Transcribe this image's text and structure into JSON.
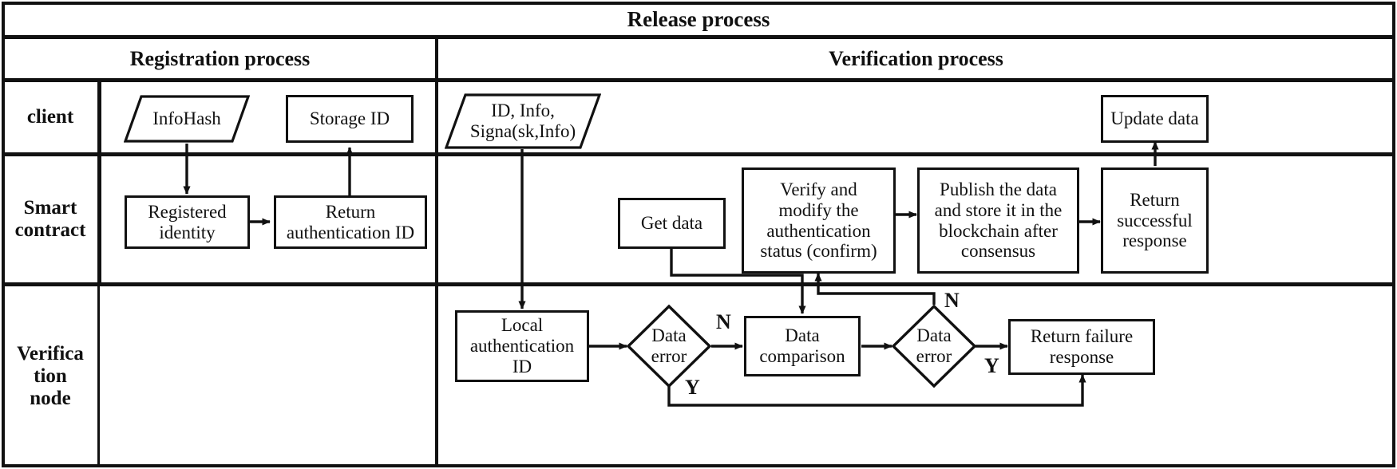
{
  "header": {
    "title": "Release process",
    "columns": [
      {
        "label": "Registration process"
      },
      {
        "label": "Verification process"
      }
    ]
  },
  "lanes": [
    {
      "label": "client"
    },
    {
      "label": "Smart\ncontract"
    },
    {
      "label": "Verifica\ntion\nnode"
    }
  ],
  "nodes": {
    "info_hash": {
      "label": "InfoHash",
      "shape": "parallelogram"
    },
    "storage_id": {
      "label": "Storage ID",
      "shape": "rect"
    },
    "registered": {
      "label": "Registered\nidentity",
      "shape": "rect"
    },
    "return_auth": {
      "label": "Return\nauthentication ID",
      "shape": "rect"
    },
    "id_info_signa": {
      "label": "ID, Info,\nSigna(sk,Info)",
      "shape": "parallelogram"
    },
    "get_data": {
      "label": "Get data",
      "shape": "rect"
    },
    "verify_modify": {
      "label": "Verify and\nmodify the\nauthentication\nstatus (confirm)",
      "shape": "rect"
    },
    "publish": {
      "label": "Publish the data\nand store it in the\nblockchain after\nconsensus",
      "shape": "rect"
    },
    "return_success": {
      "label": "Return\nsuccessful\nresponse",
      "shape": "rect"
    },
    "update_data": {
      "label": "Update data",
      "shape": "rect"
    },
    "local_auth_id": {
      "label": "Local\nauthentication\nID",
      "shape": "rect"
    },
    "data_error_1": {
      "label": "Data\nerror",
      "shape": "diamond"
    },
    "data_comparison": {
      "label": "Data\ncomparison",
      "shape": "rect"
    },
    "data_error_2": {
      "label": "Data\nerror",
      "shape": "diamond"
    },
    "return_failure": {
      "label": "Return failure\nresponse",
      "shape": "rect"
    }
  },
  "branch_labels": {
    "err1_no": "N",
    "err1_yes": "Y",
    "err2_no": "N",
    "err2_yes": "Y"
  },
  "colors": {
    "stroke": "#111111",
    "background": "#ffffff",
    "text": "#111111"
  }
}
